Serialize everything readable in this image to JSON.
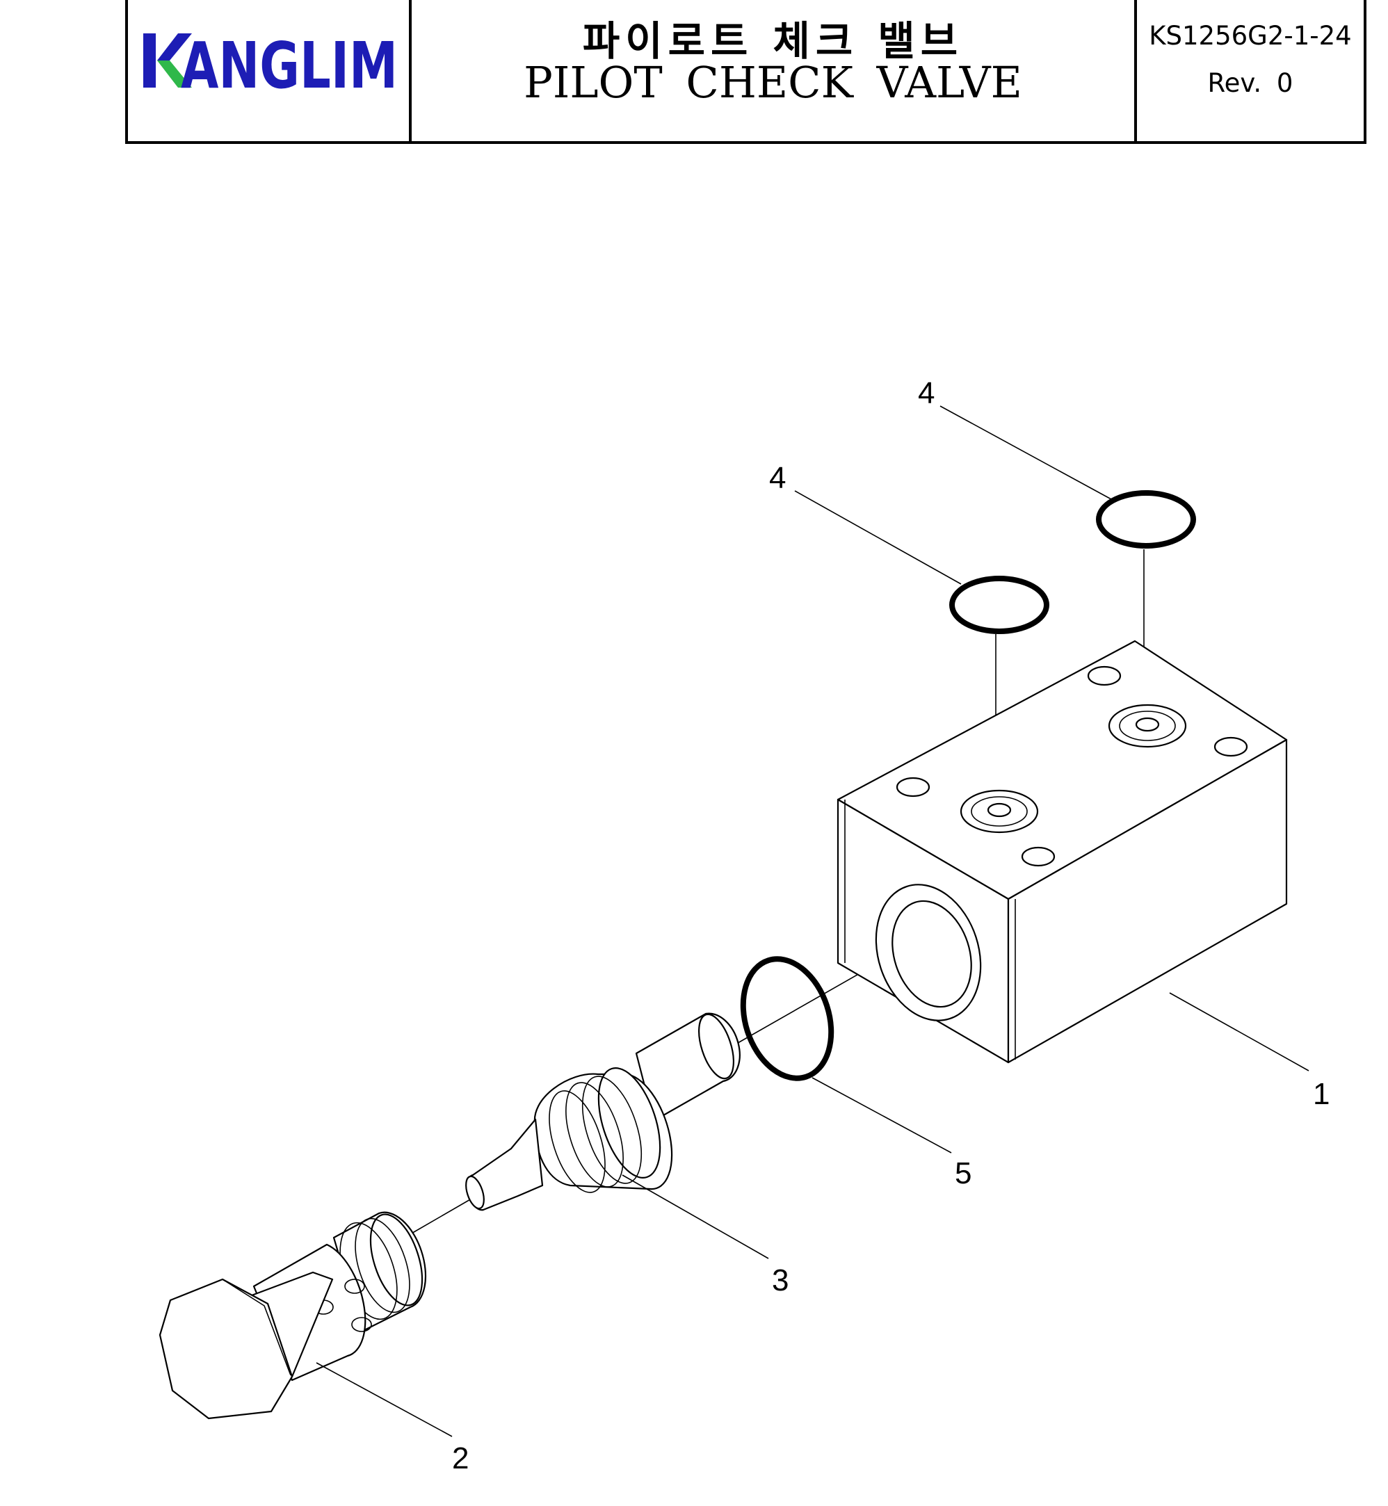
{
  "title_block": {
    "logo_text": "KANGLIM",
    "brand_color": "#1d1db5",
    "accent_color": "#2fb84a",
    "title_korean": "파이로트 체크 밸브",
    "title_english": "PILOT CHECK VALVE",
    "document_number": "KS1256G2-1-24",
    "revision": "Rev. 0"
  },
  "callouts": [
    {
      "id": "callout-4a",
      "label": "4"
    },
    {
      "id": "callout-4b",
      "label": "4"
    },
    {
      "id": "callout-1",
      "label": "1"
    },
    {
      "id": "callout-5",
      "label": "5"
    },
    {
      "id": "callout-3",
      "label": "3"
    },
    {
      "id": "callout-2",
      "label": "2"
    }
  ]
}
